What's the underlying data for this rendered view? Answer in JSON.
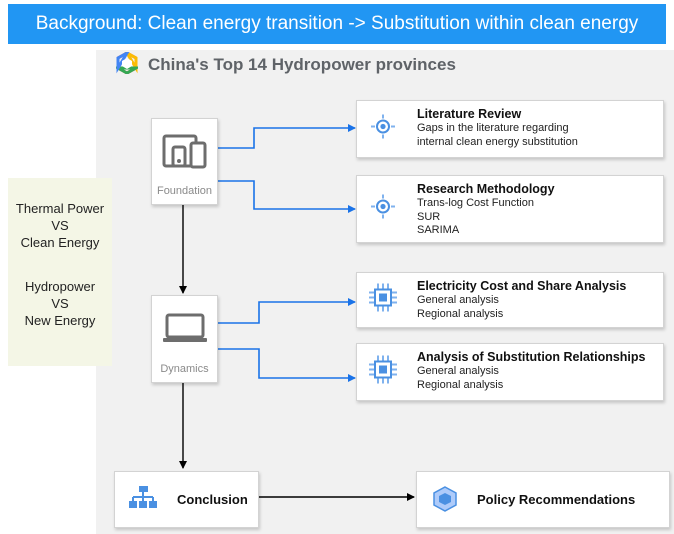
{
  "banner": {
    "text": "Background: Clean energy transition -> Substitution within clean energy"
  },
  "panel": {
    "title": "China's Top 14 Hydropower provinces",
    "logo_icon": "cloud-hexagon-logo"
  },
  "side": {
    "group1": [
      "Thermal Power",
      "VS",
      "Clean Energy"
    ],
    "group2": [
      "Hydropower",
      "VS",
      "New Energy"
    ]
  },
  "nodes": {
    "foundation": {
      "label": "Foundation",
      "icon": "devices-icon"
    },
    "dynamics": {
      "label": "Dynamics",
      "icon": "laptop-icon"
    }
  },
  "cards": {
    "literature": {
      "title": "Literature Review",
      "lines": [
        "Gaps in the literature regarding",
        "internal clean energy substitution"
      ],
      "icon": "target-icon"
    },
    "methodology": {
      "title": "Research Methodology",
      "lines": [
        "Trans-log Cost Function",
        "SUR",
        "SARIMA"
      ],
      "icon": "target-icon"
    },
    "cost": {
      "title": "Electricity Cost and Share Analysis",
      "lines": [
        "General analysis",
        "Regional analysis"
      ],
      "icon": "chip-icon"
    },
    "substitution": {
      "title": "Analysis of Substitution Relationships",
      "lines": [
        "General analysis",
        "Regional analysis"
      ],
      "icon": "chip-icon"
    }
  },
  "bottom": {
    "conclusion": {
      "label": "Conclusion",
      "icon": "hierarchy-icon"
    },
    "policy": {
      "label": "Policy Recommendations",
      "icon": "cube-icon"
    }
  },
  "colors": {
    "banner": "#2196f3",
    "arrow_blue": "#1a73e8",
    "arrow_black": "#000000",
    "side_box": "#f4f6e6",
    "panel": "#f1f1f1"
  }
}
